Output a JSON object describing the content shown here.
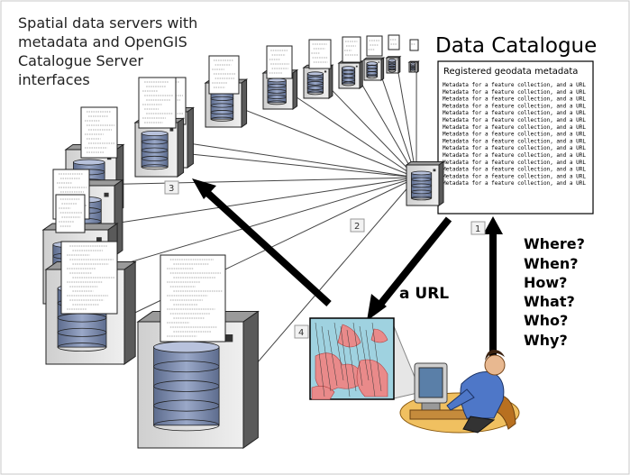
{
  "title_left": [
    "Spatial data servers with",
    "metadata and OpenGIS",
    "Catalogue Server",
    "interfaces"
  ],
  "title_right": "Data Catalogue",
  "catalogue": {
    "heading": "Registered geodata metadata",
    "line": "Metadata for a feature collection, and a URL",
    "line_count": 15
  },
  "questions": [
    "Where?",
    "When?",
    "How?",
    "What?",
    "Who?",
    "Why?"
  ],
  "url_label": "a URL",
  "step_badges": [
    "1",
    "2",
    "3",
    "4"
  ],
  "colors": {
    "server_body": "#d8d8d8",
    "server_dark": "#5a5a5a",
    "disk": "#7f8fb0",
    "map_sea": "#9fd2e0",
    "map_land": "#e98a8a",
    "arrow": "#000000"
  }
}
